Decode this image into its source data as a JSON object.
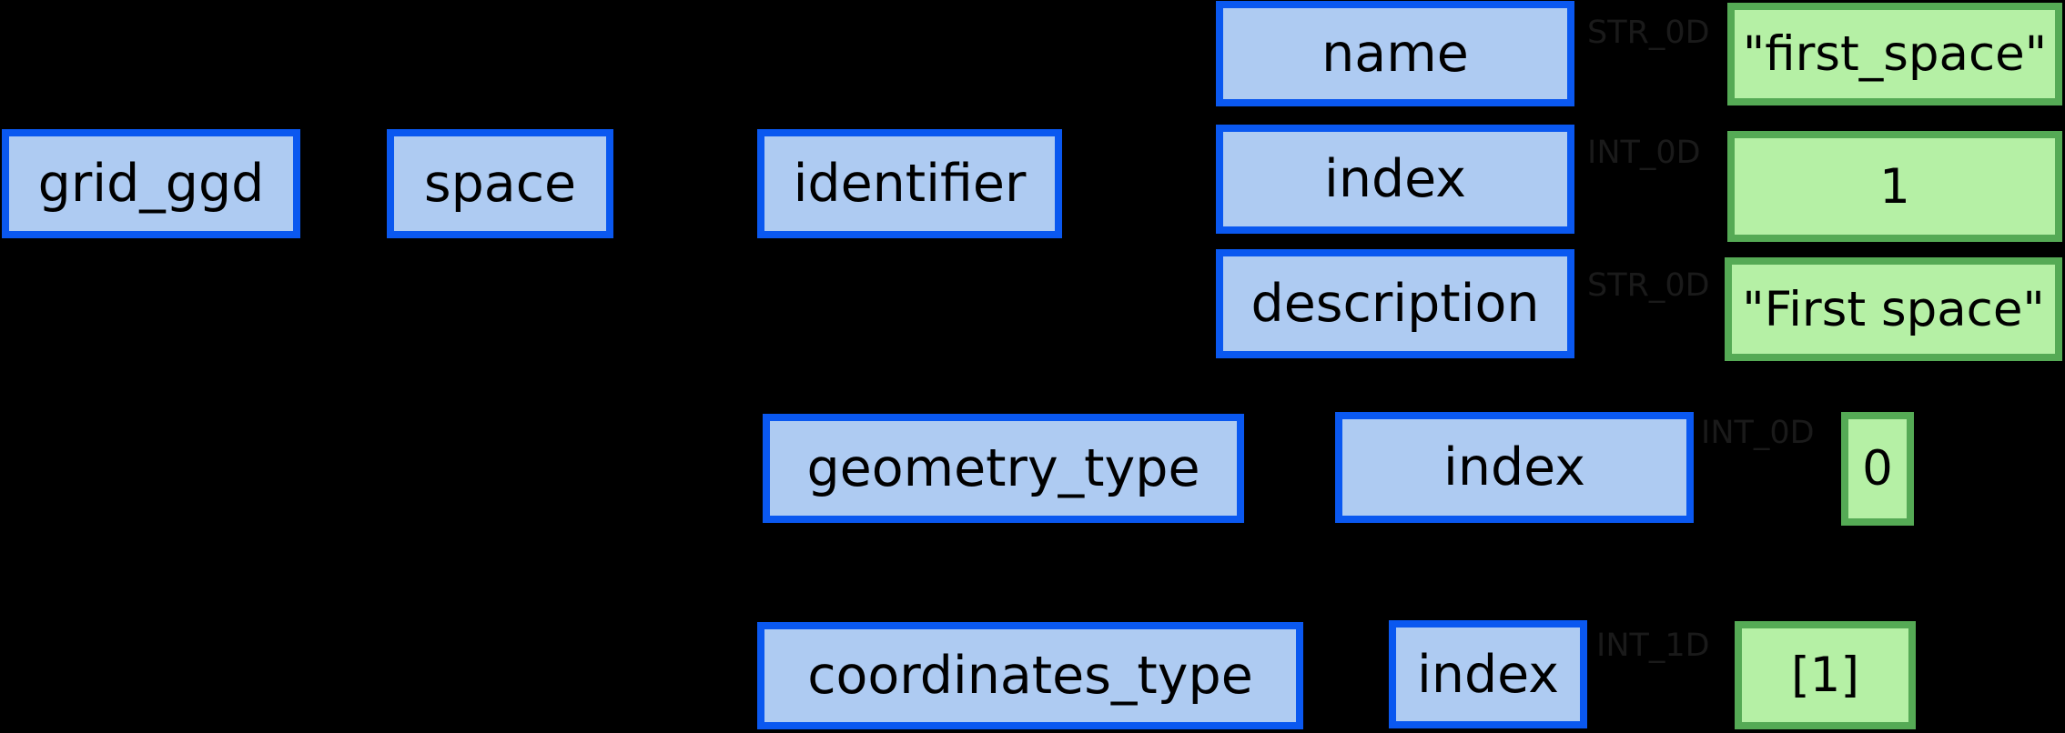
{
  "palette": {
    "background": "#000000",
    "node_border_blue": "#0a58f0",
    "node_fill_blue": "#aecbf2",
    "node_border_green": "#55aa55",
    "node_fill_green": "#b5f0a5",
    "node_text": "#000000",
    "edge_label_text": "#1a1a1a"
  },
  "nodes": {
    "grid_ggd": "grid_ggd",
    "space": "space",
    "identifier": "identifier",
    "identifier_name": "name",
    "identifier_index": "index",
    "identifier_description": "description",
    "geometry_type": "geometry_type",
    "geometry_type_index": "index",
    "coordinates_type": "coordinates_type",
    "coordinates_type_index": "index"
  },
  "values": {
    "identifier_name_value": "\"first_space\"",
    "identifier_index_value": "1",
    "identifier_description_value": "\"First space\"",
    "geometry_type_index_value": "0",
    "coordinates_type_index_value": "[1]"
  },
  "edge_labels": {
    "identifier_name_type": "STR_0D",
    "identifier_index_type": "INT_0D",
    "identifier_description_type": "STR_0D",
    "geometry_type_index_type": "INT_0D",
    "coordinates_type_index_type": "INT_1D"
  }
}
